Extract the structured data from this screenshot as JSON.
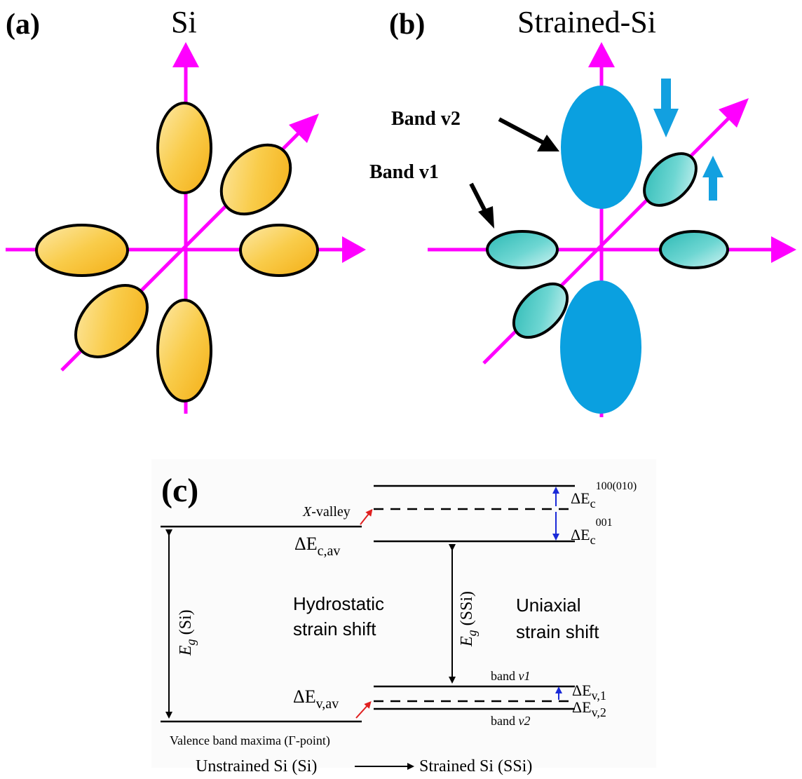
{
  "panel_a": {
    "label": "(a)",
    "title": "Si"
  },
  "panel_b": {
    "label": "(b)",
    "title": "Strained-Si",
    "band_v2_label": "Band v2",
    "band_v1_label": "Band v1"
  },
  "panel_c": {
    "label": "(c)",
    "x_valley": "X-valley",
    "delta_ec_av": "ΔE",
    "delta_ec_av_sub": "c,av",
    "delta_ec_100": "ΔE",
    "delta_ec_100_sub": "c",
    "delta_ec_100_sup": "100(010)",
    "delta_ec_001": "ΔE",
    "delta_ec_001_sub": "c",
    "delta_ec_001_sup": "001",
    "eg_si": "E",
    "eg_si_sub": "g",
    "eg_si_suffix": " (Si)",
    "eg_ssi": "E",
    "eg_ssi_sub": "g",
    "eg_ssi_suffix": " (SSi)",
    "hydrostatic_1": "Hydrostatic",
    "hydrostatic_2": "strain shift",
    "uniaxial_1": "Uniaxial",
    "uniaxial_2": "strain shift",
    "band_v1_prefix": "band ",
    "band_v1_italic": "v1",
    "band_v2_prefix": "band ",
    "band_v2_italic": "v2",
    "delta_ev_av": "ΔE",
    "delta_ev_av_sub": "v,av",
    "delta_ev1": "ΔE",
    "delta_ev1_sub": "v,1",
    "delta_ev2": "ΔE",
    "delta_ev2_sub": "v,2",
    "valence_band_maxima": "Valence band maxima (Γ-point)",
    "unstrained": "Unstrained Si (Si)",
    "strained": "Strained Si (SSi)"
  },
  "colors": {
    "axis": "#ff00ff",
    "yellow_ellipse": "#f7bf2a",
    "cyan_ellipse": "#3cc7c2",
    "blue_ellipse": "#0aa0e0",
    "strain_arrow": "#12a0e0",
    "red_arrow": "#e02020",
    "blue_line_arrow": "#1a2ad8"
  }
}
